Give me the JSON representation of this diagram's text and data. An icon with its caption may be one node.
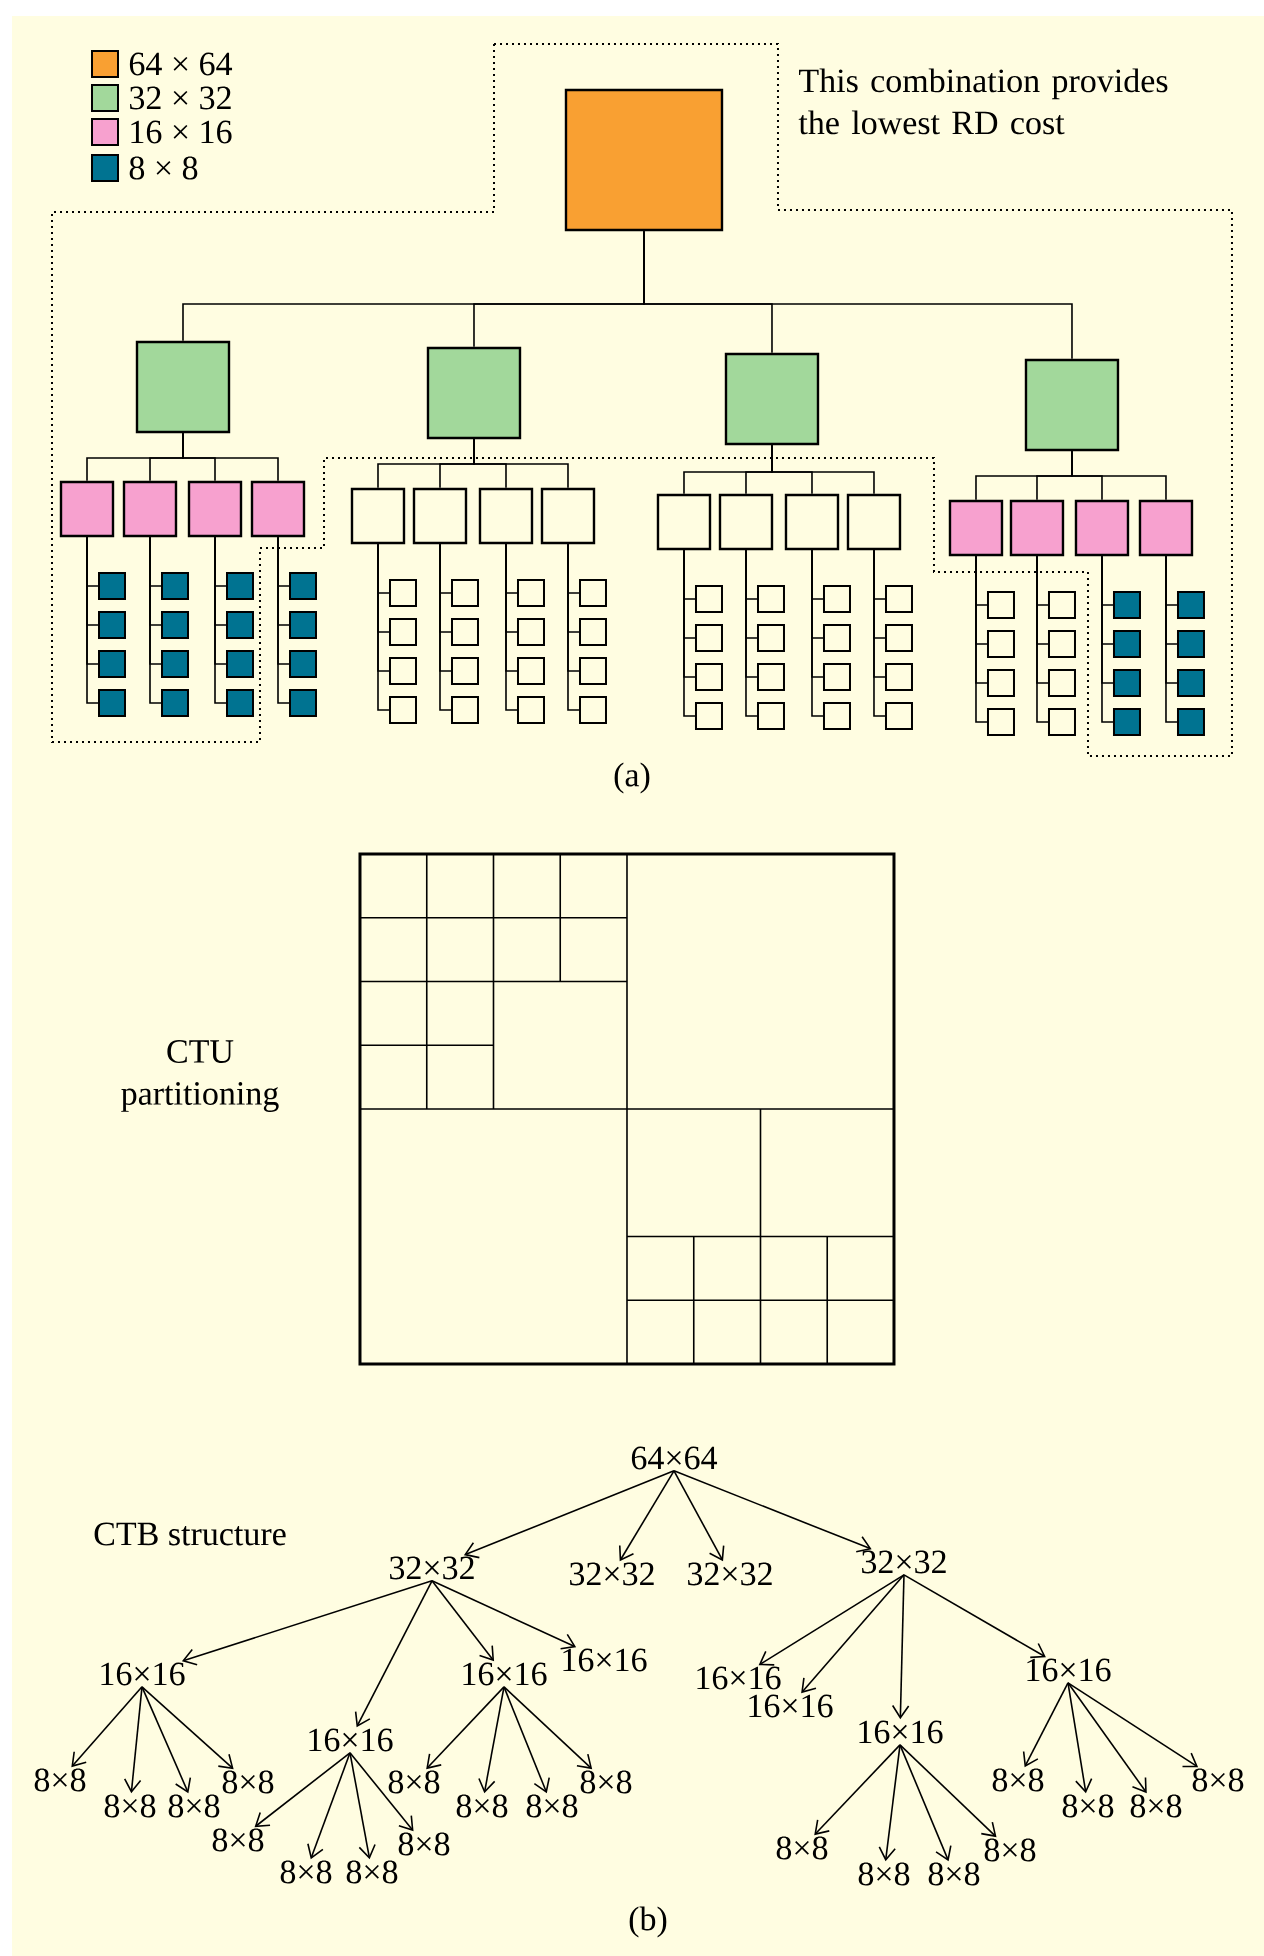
{
  "diagram": {
    "nodes": [
      {
        "text": [],
        "shape": "box"
      },
      {
        "text": [],
        "shape": "box"
      },
      {
        "text": [],
        "shape": "box"
      },
      {
        "text": [],
        "shape": "box"
      },
      {
        "text": [],
        "shape": "box"
      },
      {
        "text": [],
        "shape": "box"
      },
      {
        "text": [],
        "shape": "box"
      },
      {
        "text": [],
        "shape": "box"
      },
      {
        "text": [],
        "shape": "box"
      },
      {
        "text": [],
        "shape": "box"
      },
      {
        "text": [],
        "shape": "box"
      },
      {
        "text": [],
        "shape": "box"
      },
      {
        "text": [],
        "shape": "box"
      },
      {
        "text": [],
        "shape": "box"
      },
      {
        "text": [],
        "shape": "box"
      },
      {
        "text": [],
        "shape": "box"
      },
      {
        "text": [],
        "shape": "box"
      },
      {
        "text": [],
        "shape": "box"
      },
      {
        "text": [],
        "shape": "box"
      },
      {
        "text": [],
        "shape": "box"
      },
      {
        "text": [],
        "shape": "box"
      },
      {
        "text": [],
        "shape": "box"
      },
      {
        "text": [],
        "shape": "box"
      },
      {
        "text": [],
        "shape": "box"
      },
      {
        "text": [],
        "shape": "box"
      },
      {
        "text": [],
        "shape": "box"
      },
      {
        "text": [],
        "shape": "box"
      },
      {
        "text": [],
        "shape": "box"
      },
      {
        "text": [],
        "shape": "box"
      },
      {
        "text": [],
        "shape": "box"
      },
      {
        "text": [],
        "shape": "box"
      },
      {
        "text": [],
        "shape": "box"
      },
      {
        "text": [],
        "shape": "box"
      },
      {
        "text": [],
        "shape": "box"
      },
      {
        "text": [],
        "shape": "box"
      },
      {
        "text": [],
        "shape": "box"
      },
      {
        "text": [],
        "shape": "box"
      },
      {
        "text": [],
        "shape": "box"
      },
      {
        "text": [],
        "shape": "box"
      },
      {
        "text": [],
        "shape": "box"
      },
      {
        "text": [],
        "shape": "box"
      },
      {
        "text": [],
        "shape": "box"
      },
      {
        "text": [],
        "shape": "box"
      },
      {
        "text": [],
        "shape": "box"
      },
      {
        "text": [],
        "shape": "box"
      },
      {
        "text": [],
        "shape": "box"
      },
      {
        "text": [],
        "shape": "box"
      },
      {
        "text": [],
        "shape": "box"
      },
      {
        "text": [],
        "shape": "box"
      },
      {
        "text": [],
        "shape": "box"
      },
      {
        "text": [],
        "shape": "box"
      },
      {
        "text": [],
        "shape": "box"
      },
      {
        "text": [],
        "shape": "box"
      },
      {
        "text": [],
        "shape": "box"
      },
      {
        "text": [],
        "shape": "box"
      },
      {
        "text": [],
        "shape": "box"
      },
      {
        "text": [],
        "shape": "box"
      },
      {
        "text": [],
        "shape": "box"
      },
      {
        "text": [],
        "shape": "box"
      },
      {
        "text": [],
        "shape": "box"
      },
      {
        "text": [],
        "shape": "box"
      },
      {
        "text": [],
        "shape": "box"
      },
      {
        "text": [],
        "shape": "box"
      },
      {
        "text": [],
        "shape": "box"
      },
      {
        "text": [],
        "shape": "box"
      },
      {
        "text": [],
        "shape": "box"
      },
      {
        "text": [],
        "shape": "box"
      },
      {
        "text": [],
        "shape": "box"
      },
      {
        "text": [],
        "shape": "box"
      },
      {
        "text": [],
        "shape": "box"
      },
      {
        "text": [],
        "shape": "box"
      },
      {
        "text": [],
        "shape": "box"
      },
      {
        "text": [],
        "shape": "box"
      },
      {
        "text": [],
        "shape": "box"
      },
      {
        "text": [],
        "shape": "box"
      },
      {
        "text": [],
        "shape": "box"
      },
      {
        "text": [],
        "shape": "box"
      },
      {
        "text": [],
        "shape": "box"
      },
      {
        "text": [],
        "shape": "box"
      },
      {
        "text": [],
        "shape": "box"
      },
      {
        "text": [],
        "shape": "box"
      },
      {
        "text": [],
        "shape": "box"
      },
      {
        "text": [],
        "shape": "box"
      },
      {
        "text": [],
        "shape": "box"
      },
      {
        "text": [],
        "shape": "box"
      },
      {
        "text": [
          "64×64"
        ]
      },
      {
        "text": [
          "32×32"
        ]
      },
      {
        "text": [
          "32×32"
        ]
      },
      {
        "text": [
          "32×32"
        ]
      },
      {
        "text": [
          "32×32"
        ]
      },
      {
        "text": [
          "16×16"
        ]
      },
      {
        "text": [
          "16×16"
        ]
      },
      {
        "text": [
          "16×16"
        ]
      },
      {
        "text": [
          "16×16"
        ]
      },
      {
        "text": [
          "8×8"
        ]
      },
      {
        "text": [
          "8×8"
        ]
      },
      {
        "text": [
          "8×8"
        ]
      },
      {
        "text": [
          "8×8"
        ]
      },
      {
        "text": [
          "8×8"
        ]
      },
      {
        "text": [
          "8×8"
        ]
      },
      {
        "text": [
          "8×8"
        ]
      },
      {
        "text": [
          "8×8"
        ]
      },
      {
        "text": [
          "8×8"
        ]
      },
      {
        "text": [
          "8×8"
        ]
      },
      {
        "text": [
          "8×8"
        ]
      },
      {
        "text": [
          "8×8"
        ]
      },
      {
        "text": [
          "16×16"
        ]
      },
      {
        "text": [
          "16×16"
        ]
      },
      {
        "text": [
          "16×16"
        ]
      },
      {
        "text": [
          "16×16"
        ]
      },
      {
        "text": [
          "8×8"
        ]
      },
      {
        "text": [
          "8×8"
        ]
      },
      {
        "text": [
          "8×8"
        ]
      },
      {
        "text": [
          "8×8"
        ]
      },
      {
        "text": [
          "8×8"
        ]
      },
      {
        "text": [
          "8×8"
        ]
      },
      {
        "text": [
          "8×8"
        ]
      },
      {
        "text": [
          "8×8"
        ]
      }
    ],
    "edges": [
      {
        "from": 0,
        "to": 1,
        "arrow": "none"
      },
      {
        "from": 0,
        "to": 2,
        "arrow": "none"
      },
      {
        "from": 0,
        "to": 3,
        "arrow": "none"
      },
      {
        "from": 0,
        "to": 4,
        "arrow": "none"
      },
      {
        "from": 1,
        "to": 5,
        "arrow": "none"
      },
      {
        "from": 1,
        "to": 6,
        "arrow": "none"
      },
      {
        "from": 1,
        "to": 7,
        "arrow": "none"
      },
      {
        "from": 1,
        "to": 8,
        "arrow": "none"
      },
      {
        "from": 2,
        "to": 9,
        "arrow": "none"
      },
      {
        "from": 2,
        "to": 10,
        "arrow": "none"
      },
      {
        "from": 2,
        "to": 11,
        "arrow": "none"
      },
      {
        "from": 2,
        "to": 12,
        "arrow": "none"
      },
      {
        "from": 3,
        "to": 13,
        "arrow": "none"
      },
      {
        "from": 3,
        "to": 14,
        "arrow": "none"
      },
      {
        "from": 3,
        "to": 15,
        "arrow": "none"
      },
      {
        "from": 3,
        "to": 16,
        "arrow": "none"
      },
      {
        "from": 4,
        "to": 17,
        "arrow": "none"
      },
      {
        "from": 4,
        "to": 18,
        "arrow": "none"
      },
      {
        "from": 4,
        "to": 19,
        "arrow": "none"
      },
      {
        "from": 4,
        "to": 20,
        "arrow": "none"
      },
      {
        "from": 5,
        "to": 21,
        "arrow": "none"
      },
      {
        "from": 5,
        "to": 22,
        "arrow": "none"
      },
      {
        "from": 5,
        "to": 23,
        "arrow": "none"
      },
      {
        "from": 5,
        "to": 24,
        "arrow": "none"
      },
      {
        "from": 6,
        "to": 25,
        "arrow": "none"
      },
      {
        "from": 6,
        "to": 26,
        "arrow": "none"
      },
      {
        "from": 6,
        "to": 27,
        "arrow": "none"
      },
      {
        "from": 6,
        "to": 28,
        "arrow": "none"
      },
      {
        "from": 7,
        "to": 29,
        "arrow": "none"
      },
      {
        "from": 7,
        "to": 30,
        "arrow": "none"
      },
      {
        "from": 7,
        "to": 31,
        "arrow": "none"
      },
      {
        "from": 7,
        "to": 32,
        "arrow": "none"
      },
      {
        "from": 8,
        "to": 33,
        "arrow": "none"
      },
      {
        "from": 8,
        "to": 34,
        "arrow": "none"
      },
      {
        "from": 8,
        "to": 35,
        "arrow": "none"
      },
      {
        "from": 8,
        "to": 36,
        "arrow": "none"
      },
      {
        "from": 9,
        "to": 37,
        "arrow": "none"
      },
      {
        "from": 9,
        "to": 38,
        "arrow": "none"
      },
      {
        "from": 9,
        "to": 39,
        "arrow": "none"
      },
      {
        "from": 9,
        "to": 40,
        "arrow": "none"
      },
      {
        "from": 10,
        "to": 41,
        "arrow": "none"
      },
      {
        "from": 10,
        "to": 42,
        "arrow": "none"
      },
      {
        "from": 10,
        "to": 43,
        "arrow": "none"
      },
      {
        "from": 10,
        "to": 44,
        "arrow": "none"
      },
      {
        "from": 11,
        "to": 45,
        "arrow": "none"
      },
      {
        "from": 11,
        "to": 46,
        "arrow": "none"
      },
      {
        "from": 11,
        "to": 47,
        "arrow": "none"
      },
      {
        "from": 11,
        "to": 48,
        "arrow": "none"
      },
      {
        "from": 12,
        "to": 49,
        "arrow": "none"
      },
      {
        "from": 12,
        "to": 50,
        "arrow": "none"
      },
      {
        "from": 12,
        "to": 51,
        "arrow": "none"
      },
      {
        "from": 12,
        "to": 52,
        "arrow": "none"
      },
      {
        "from": 13,
        "to": 53,
        "arrow": "none"
      },
      {
        "from": 13,
        "to": 54,
        "arrow": "none"
      },
      {
        "from": 13,
        "to": 55,
        "arrow": "none"
      },
      {
        "from": 13,
        "to": 56,
        "arrow": "none"
      },
      {
        "from": 14,
        "to": 57,
        "arrow": "none"
      },
      {
        "from": 14,
        "to": 58,
        "arrow": "none"
      },
      {
        "from": 14,
        "to": 59,
        "arrow": "none"
      },
      {
        "from": 14,
        "to": 60,
        "arrow": "none"
      },
      {
        "from": 15,
        "to": 61,
        "arrow": "none"
      },
      {
        "from": 15,
        "to": 62,
        "arrow": "none"
      },
      {
        "from": 15,
        "to": 63,
        "arrow": "none"
      },
      {
        "from": 15,
        "to": 64,
        "arrow": "none"
      },
      {
        "from": 16,
        "to": 65,
        "arrow": "none"
      },
      {
        "from": 16,
        "to": 66,
        "arrow": "none"
      },
      {
        "from": 16,
        "to": 67,
        "arrow": "none"
      },
      {
        "from": 16,
        "to": 68,
        "arrow": "none"
      },
      {
        "from": 17,
        "to": 69,
        "arrow": "none"
      },
      {
        "from": 17,
        "to": 70,
        "arrow": "none"
      },
      {
        "from": 17,
        "to": 71,
        "arrow": "none"
      },
      {
        "from": 17,
        "to": 72,
        "arrow": "none"
      },
      {
        "from": 18,
        "to": 73,
        "arrow": "none"
      },
      {
        "from": 18,
        "to": 74,
        "arrow": "none"
      },
      {
        "from": 18,
        "to": 75,
        "arrow": "none"
      },
      {
        "from": 18,
        "to": 76,
        "arrow": "none"
      },
      {
        "from": 19,
        "to": 77,
        "arrow": "none"
      },
      {
        "from": 19,
        "to": 78,
        "arrow": "none"
      },
      {
        "from": 19,
        "to": 79,
        "arrow": "none"
      },
      {
        "from": 19,
        "to": 80,
        "arrow": "none"
      },
      {
        "from": 20,
        "to": 81,
        "arrow": "none"
      },
      {
        "from": 20,
        "to": 82,
        "arrow": "none"
      },
      {
        "from": 20,
        "to": 83,
        "arrow": "none"
      },
      {
        "from": 20,
        "to": 84,
        "arrow": "none"
      },
      {
        "from": 85,
        "to": 86,
        "arrow": "to"
      },
      {
        "from": 85,
        "to": 87,
        "arrow": "to"
      },
      {
        "from": 85,
        "to": 88,
        "arrow": "to"
      },
      {
        "from": 85,
        "to": 89,
        "arrow": "to"
      },
      {
        "from": 86,
        "to": 90,
        "arrow": "to"
      },
      {
        "from": 86,
        "to": 91,
        "arrow": "to"
      },
      {
        "from": 86,
        "to": 92,
        "arrow": "to"
      },
      {
        "from": 86,
        "to": 93,
        "arrow": "to"
      },
      {
        "from": 90,
        "to": 94,
        "arrow": "to"
      },
      {
        "from": 90,
        "to": 95,
        "arrow": "to"
      },
      {
        "from": 90,
        "to": 96,
        "arrow": "to"
      },
      {
        "from": 90,
        "to": 97,
        "arrow": "to"
      },
      {
        "from": 91,
        "to": 98,
        "arrow": "to"
      },
      {
        "from": 91,
        "to": 99,
        "arrow": "to"
      },
      {
        "from": 91,
        "to": 100,
        "arrow": "to"
      },
      {
        "from": 91,
        "to": 101,
        "arrow": "to"
      },
      {
        "from": 92,
        "to": 102,
        "arrow": "to"
      },
      {
        "from": 92,
        "to": 103,
        "arrow": "to"
      },
      {
        "from": 92,
        "to": 104,
        "arrow": "to"
      },
      {
        "from": 92,
        "to": 105,
        "arrow": "to"
      },
      {
        "from": 89,
        "to": 106,
        "arrow": "to"
      },
      {
        "from": 89,
        "to": 107,
        "arrow": "to"
      },
      {
        "from": 89,
        "to": 108,
        "arrow": "to"
      },
      {
        "from": 89,
        "to": 109,
        "arrow": "to"
      },
      {
        "from": 108,
        "to": 110,
        "arrow": "to"
      },
      {
        "from": 108,
        "to": 111,
        "arrow": "to"
      },
      {
        "from": 108,
        "to": 112,
        "arrow": "to"
      },
      {
        "from": 108,
        "to": 113,
        "arrow": "to"
      },
      {
        "from": 109,
        "to": 114,
        "arrow": "to"
      },
      {
        "from": 109,
        "to": 115,
        "arrow": "to"
      },
      {
        "from": 109,
        "to": 116,
        "arrow": "to"
      },
      {
        "from": 109,
        "to": 117,
        "arrow": "to"
      }
    ],
    "labels": [
      "This combination provides the lowest RD cost",
      "(a)",
      "CTU partitioning",
      "CTB structure",
      "(b)"
    ],
    "legend": [
      {
        "text": "64 × 64",
        "color": "#f9a032"
      },
      {
        "text": "32 × 32",
        "color": "#a2d89b"
      },
      {
        "text": "16 × 16",
        "color": "#f7a1cf"
      },
      {
        "text": "8 × 8",
        "color": "#007391"
      }
    ]
  }
}
